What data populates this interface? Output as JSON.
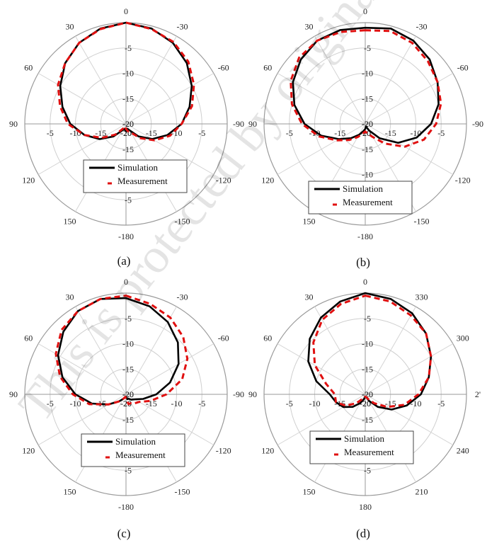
{
  "chart_data": [
    {
      "type": "polar-line",
      "caption": "(a)",
      "radial_ticks": [
        "-5",
        "-10",
        "-15",
        "-20"
      ],
      "radial_range_db": [
        -20,
        0
      ],
      "angle_labels": [
        {
          "text": "0",
          "angle": 0
        },
        {
          "text": "-30",
          "angle": 30
        },
        {
          "text": "-60",
          "angle": 60
        },
        {
          "text": "-90",
          "angle": 90
        },
        {
          "text": "-120",
          "angle": 120
        },
        {
          "text": "-150",
          "angle": 150
        },
        {
          "text": "-180",
          "angle": 180
        },
        {
          "text": "150",
          "angle": 210
        },
        {
          "text": "120",
          "angle": 240
        },
        {
          "text": "90",
          "angle": 270
        },
        {
          "text": "60",
          "angle": 300
        },
        {
          "text": "30",
          "angle": 330
        }
      ],
      "legend": [
        "Simulation",
        "Measurement"
      ],
      "series": [
        {
          "name": "Simulation",
          "angles": [
            0,
            15,
            30,
            45,
            60,
            75,
            90,
            105,
            120,
            135,
            150,
            165,
            180,
            195,
            210,
            225,
            240,
            255,
            270,
            285,
            300,
            315,
            330,
            345
          ],
          "values": [
            0,
            -0.5,
            -1.5,
            -3,
            -5,
            -7,
            -9,
            -11.5,
            -14,
            -16.5,
            -18.5,
            -19,
            -18.5,
            -19,
            -18.5,
            -16.5,
            -14,
            -11.5,
            -9,
            -7,
            -5,
            -3,
            -1.5,
            -0.5
          ]
        },
        {
          "name": "Measurement",
          "angles": [
            0,
            15,
            30,
            45,
            60,
            75,
            90,
            105,
            120,
            135,
            150,
            165,
            180,
            195,
            210,
            225,
            240,
            255,
            270,
            285,
            300,
            315,
            330,
            345
          ],
          "values": [
            0,
            -0.6,
            -1.3,
            -2.6,
            -4.5,
            -6.5,
            -9,
            -11,
            -13.5,
            -16,
            -18,
            -18.5,
            -19,
            -19.5,
            -19,
            -17,
            -14.5,
            -11.5,
            -8.5,
            -6.5,
            -4.5,
            -3,
            -1.5,
            -0.6
          ]
        }
      ]
    },
    {
      "type": "polar-line",
      "caption": "(b)",
      "radial_ticks": [
        "-5",
        "-10",
        "-15",
        "-20"
      ],
      "radial_range_db": [
        -20,
        0
      ],
      "angle_labels": [
        {
          "text": "0",
          "angle": 0
        },
        {
          "text": "-30",
          "angle": 30
        },
        {
          "text": "-60",
          "angle": 60
        },
        {
          "text": "-90",
          "angle": 90
        },
        {
          "text": "-120",
          "angle": 120
        },
        {
          "text": "-150",
          "angle": 150
        },
        {
          "text": "-180",
          "angle": 180
        },
        {
          "text": "150",
          "angle": 210
        },
        {
          "text": "120",
          "angle": 240
        },
        {
          "text": "90",
          "angle": 270
        },
        {
          "text": "60",
          "angle": 300
        },
        {
          "text": "30",
          "angle": 330
        }
      ],
      "legend": [
        "Simulation",
        "Measurement"
      ],
      "series": [
        {
          "name": "Simulation",
          "angles": [
            0,
            15,
            30,
            45,
            60,
            75,
            90,
            105,
            120,
            135,
            150,
            165,
            180,
            195,
            210,
            225,
            240,
            255,
            270,
            285,
            300,
            315,
            330,
            345
          ],
          "values": [
            -1,
            -0.5,
            -1,
            -2,
            -3.5,
            -5,
            -7,
            -9.5,
            -12.5,
            -16,
            -18.5,
            -19.5,
            -19,
            -18.5,
            -17.5,
            -16,
            -14,
            -11,
            -8,
            -5.5,
            -3.5,
            -2,
            -1,
            -0.8
          ]
        },
        {
          "name": "Measurement",
          "angles": [
            0,
            15,
            30,
            45,
            60,
            75,
            90,
            105,
            120,
            135,
            150,
            165,
            180,
            195,
            210,
            225,
            240,
            255,
            270,
            285,
            300,
            315,
            330,
            345
          ],
          "values": [
            -1.5,
            -1,
            -1.5,
            -2.5,
            -3.5,
            -4.5,
            -6,
            -8,
            -11,
            -14.5,
            -17,
            -18,
            -18.5,
            -18,
            -17,
            -15.5,
            -13.5,
            -10.5,
            -7.5,
            -5,
            -3,
            -1.5,
            -1,
            -1.2
          ]
        }
      ]
    },
    {
      "type": "polar-line",
      "caption": "(c)",
      "radial_ticks": [
        "-5",
        "-10",
        "-15",
        "-20"
      ],
      "radial_range_db": [
        -20,
        0
      ],
      "angle_labels": [
        {
          "text": "0",
          "angle": 0
        },
        {
          "text": "-30",
          "angle": 30
        },
        {
          "text": "-60",
          "angle": 60
        },
        {
          "text": "-90",
          "angle": 90
        },
        {
          "text": "-120",
          "angle": 120
        },
        {
          "text": "-150",
          "angle": 150
        },
        {
          "text": "-180",
          "angle": 180
        },
        {
          "text": "150",
          "angle": 210
        },
        {
          "text": "120",
          "angle": 240
        },
        {
          "text": "90",
          "angle": 270
        },
        {
          "text": "60",
          "angle": 300
        },
        {
          "text": "30",
          "angle": 330
        }
      ],
      "legend": [
        "Simulation",
        "Measurement"
      ],
      "series": [
        {
          "name": "Simulation",
          "angles": [
            0,
            15,
            30,
            45,
            60,
            75,
            90,
            105,
            120,
            135,
            150,
            165,
            180,
            195,
            210,
            225,
            240,
            255,
            270,
            285,
            300,
            315,
            330,
            345
          ],
          "values": [
            -1,
            -2,
            -3.5,
            -5.5,
            -8,
            -11,
            -14,
            -16.5,
            -18,
            -18.5,
            -19,
            -19,
            -19.5,
            -19.5,
            -19,
            -18,
            -16,
            -13,
            -10,
            -7,
            -4.5,
            -2.5,
            -1,
            -0.5
          ]
        },
        {
          "name": "Measurement",
          "angles": [
            0,
            15,
            30,
            45,
            60,
            75,
            90,
            105,
            120,
            135,
            150,
            165,
            180,
            195,
            210,
            225,
            240,
            255,
            270,
            285,
            300,
            315,
            330,
            345
          ],
          "values": [
            -0.5,
            -1.5,
            -2.5,
            -4,
            -6,
            -8.5,
            -12,
            -15,
            -17,
            -17.5,
            -18,
            -18,
            -19,
            -19.5,
            -19,
            -18,
            -16,
            -12.5,
            -9.5,
            -6.5,
            -4,
            -2,
            -1,
            -0.5
          ]
        }
      ]
    },
    {
      "type": "polar-line",
      "caption": "(d)",
      "radial_ticks": [
        "-5",
        "-10",
        "-15",
        "-20"
      ],
      "radial_range_db": [
        -20,
        0
      ],
      "angle_labels": [
        {
          "text": "0",
          "angle": 0
        },
        {
          "text": "330",
          "angle": 30
        },
        {
          "text": "300",
          "angle": 60
        },
        {
          "text": "2'",
          "angle": 90
        },
        {
          "text": "240",
          "angle": 120
        },
        {
          "text": "210",
          "angle": 150
        },
        {
          "text": "180",
          "angle": 180
        },
        {
          "text": "150",
          "angle": 210
        },
        {
          "text": "120",
          "angle": 240
        },
        {
          "text": "90",
          "angle": 270
        },
        {
          "text": "60",
          "angle": 300
        },
        {
          "text": "30",
          "angle": 330
        }
      ],
      "legend": [
        "Simulation",
        "Measurement"
      ],
      "series": [
        {
          "name": "Simulation",
          "angles": [
            0,
            15,
            30,
            45,
            60,
            75,
            90,
            105,
            120,
            135,
            150,
            165,
            180,
            195,
            210,
            225,
            240,
            255,
            270,
            285,
            300,
            315,
            330,
            345
          ],
          "values": [
            0,
            -0.5,
            -1.5,
            -3,
            -5,
            -7,
            -9,
            -11.5,
            -14,
            -16.5,
            -18.5,
            -19.5,
            -19.5,
            -19,
            -18,
            -16.5,
            -15,
            -14,
            -13,
            -10,
            -7,
            -4.5,
            -2.5,
            -1
          ]
        },
        {
          "name": "Measurement",
          "angles": [
            0,
            15,
            30,
            45,
            60,
            75,
            90,
            105,
            120,
            135,
            150,
            165,
            180,
            195,
            210,
            225,
            240,
            255,
            270,
            285,
            300,
            315,
            330,
            345
          ],
          "values": [
            -0.5,
            -1,
            -2,
            -3,
            -5,
            -7,
            -9.5,
            -12,
            -15,
            -17.5,
            -19,
            -19.5,
            -19.5,
            -19.5,
            -19,
            -17.5,
            -15.5,
            -14,
            -14,
            -12,
            -8.5,
            -5.5,
            -3,
            -1.5
          ]
        }
      ]
    }
  ],
  "colors": {
    "simulation": "#000000",
    "measurement": "#e01010",
    "grid": "#cfcfcf"
  },
  "watermark": "This is protected by original"
}
